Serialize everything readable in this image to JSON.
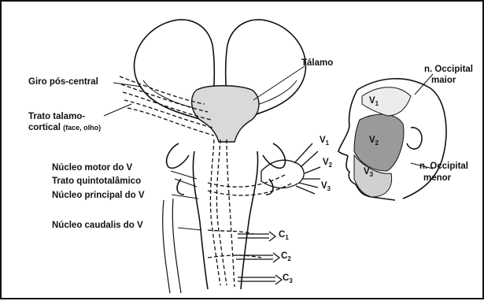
{
  "labels": {
    "giro_pos_central": "Giro pós-central",
    "trato_talamo_cortical_1": "Trato talamo-",
    "trato_talamo_cortical_2": "cortical",
    "trato_talamo_cortical_note": "(face, olho)",
    "talamo": "Tálamo",
    "nucleo_motor": "Núcleo motor do V",
    "trato_quintotalamico": "Trato quintotalâmico",
    "nucleo_principal": "Núcleo principal do V",
    "nucleo_caudalis": "Núcleo caudalis do V",
    "n_occipital_maior_1": "n. Occipital",
    "n_occipital_maior_2": "maior",
    "n_occipital_menor_1": "n. Occipital",
    "n_occipital_menor_2": "menor",
    "v1": "V",
    "v2": "V",
    "v3": "V",
    "v1_sub": "1",
    "v2_sub": "2",
    "v3_sub": "3",
    "face_v1": "V",
    "face_v2": "V",
    "face_v3": "V",
    "face_v1_sub": "1",
    "face_v2_sub": "2",
    "face_v3_sub": "3",
    "c1": "C",
    "c2": "C",
    "c3": "C",
    "c1_sub": "1",
    "c2_sub": "2",
    "c3_sub": "3"
  },
  "colors": {
    "ink": "#111111",
    "shade_light": "#d9d9d9",
    "shade_mid": "#9a9a9a",
    "shade_dark": "#6e6e6e"
  }
}
